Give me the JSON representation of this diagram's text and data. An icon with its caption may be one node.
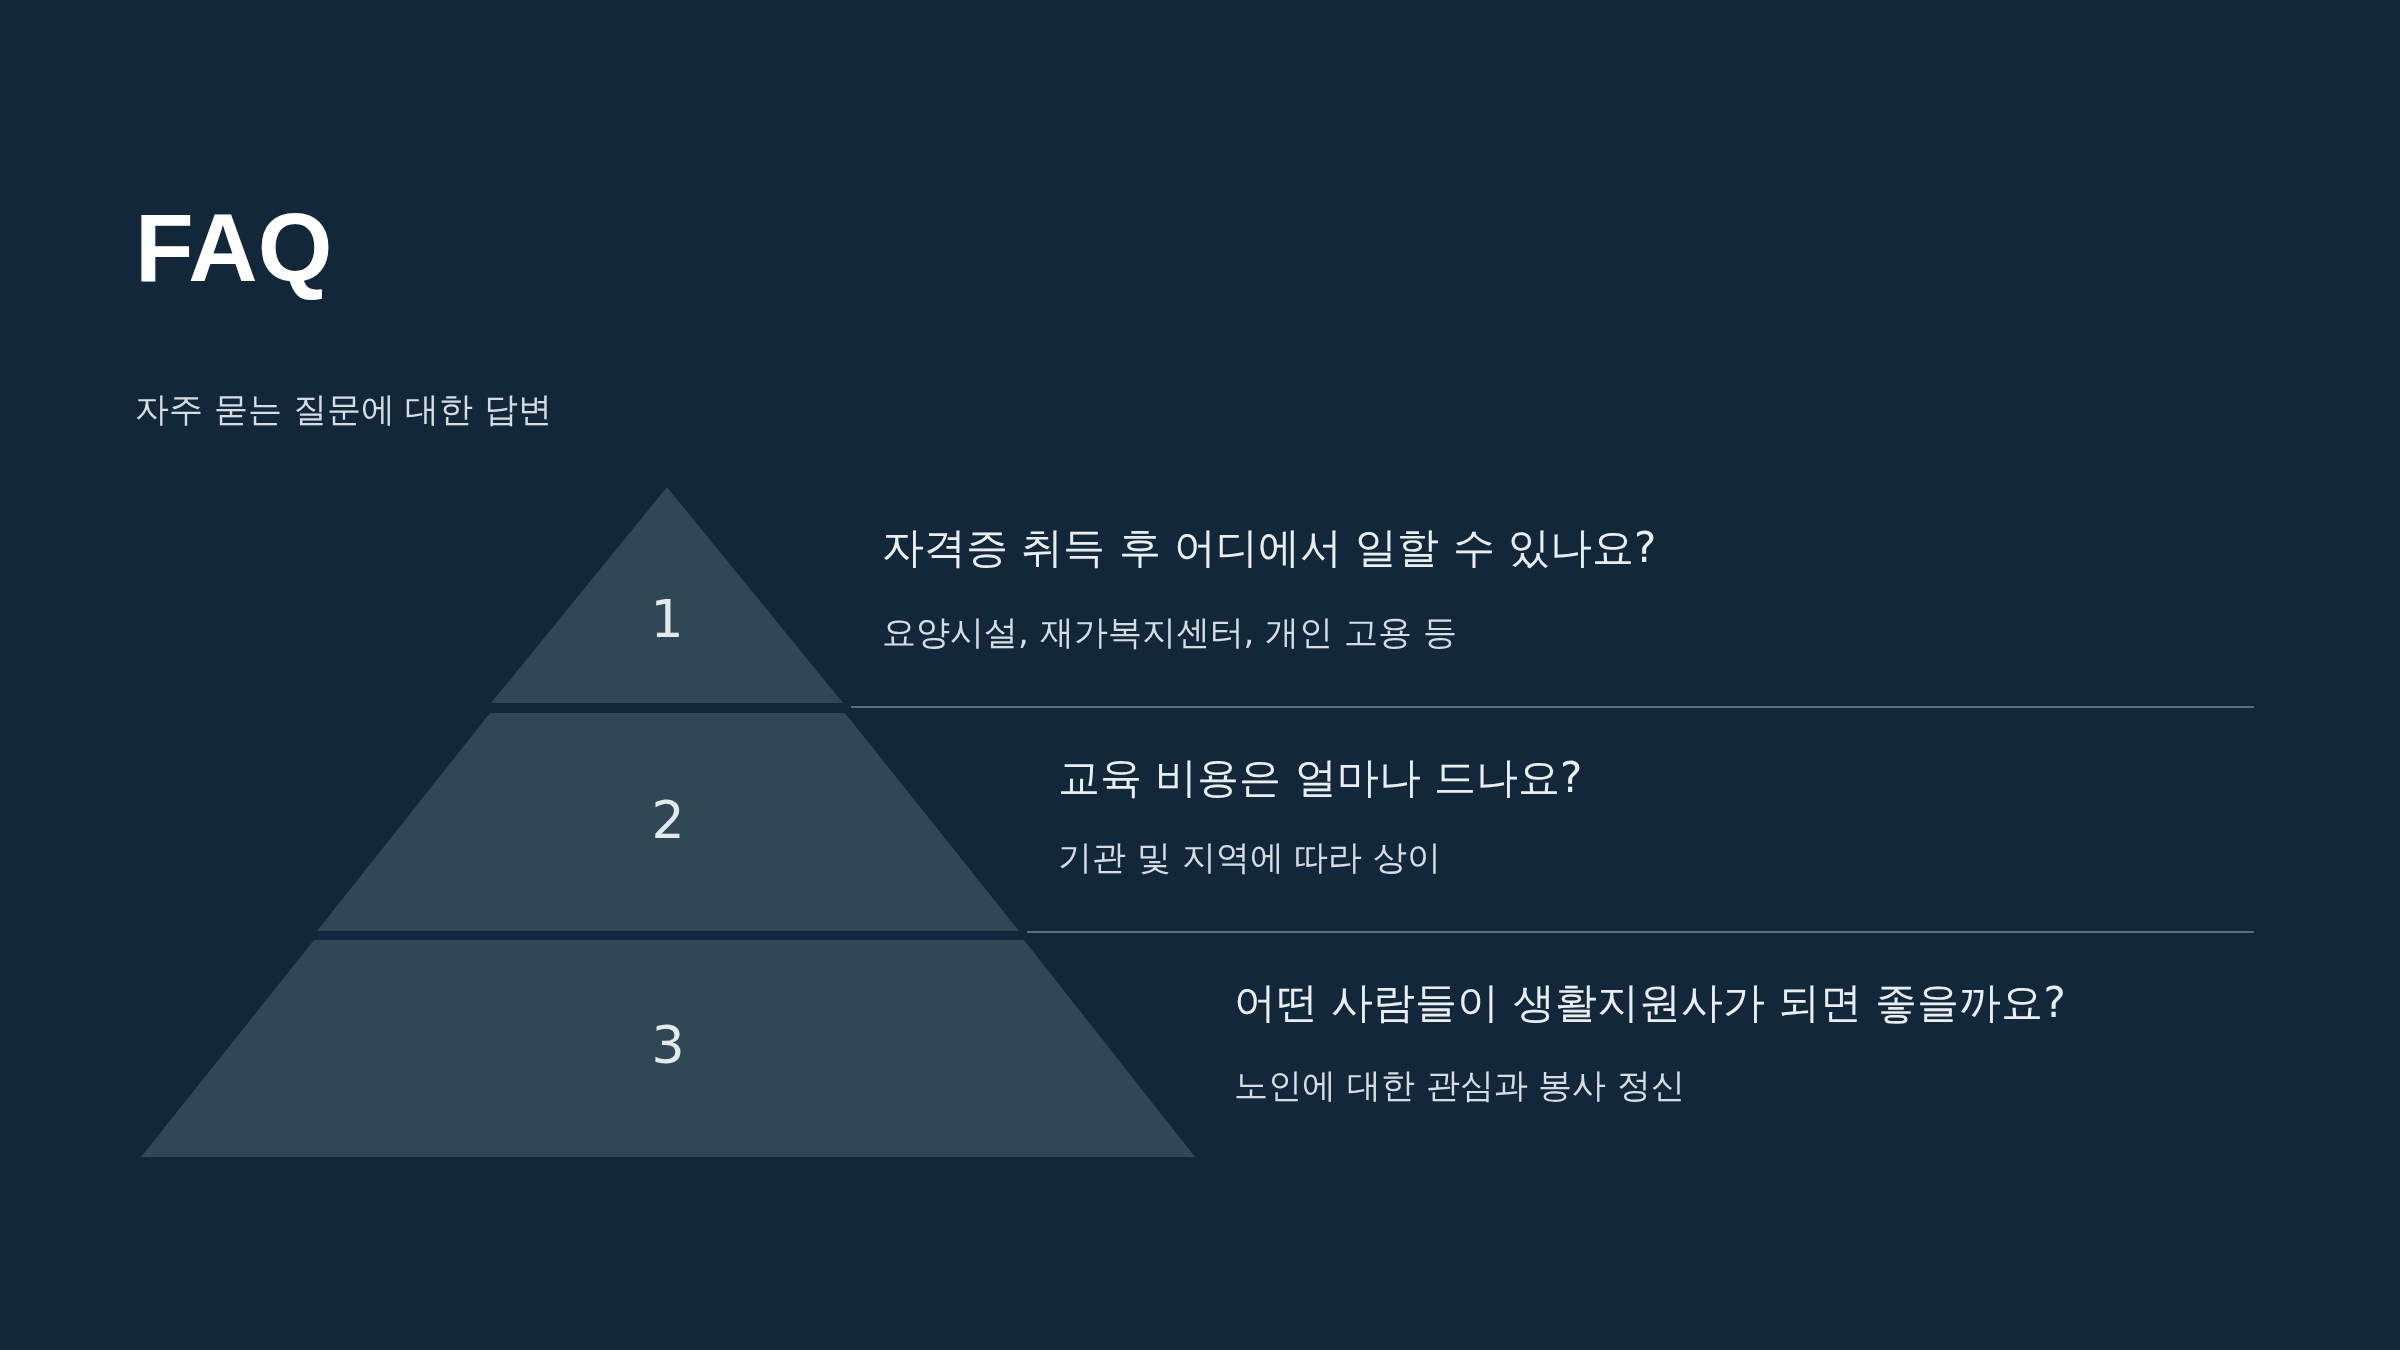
{
  "diagram": {
    "title": "FAQ",
    "nodes": [
      {
        "text": [
          "1"
        ],
        "beside": [
          "자격증 취득 후 어디에서 일할 수 있나요?",
          "요양시설, 재가복지센터, 개인 고용 등"
        ]
      },
      {
        "text": [
          "2"
        ],
        "beside": [
          "교육 비용은 얼마나 드나요?",
          "기관 및 지역에 따라 상이"
        ]
      },
      {
        "text": [
          "3"
        ],
        "beside": [
          "어떤 사람들이 생활지원사가 되면 좋을까요?",
          "노인에 대한 관심과 봉사 정신"
        ]
      }
    ],
    "labels": [
      "자주 묻는 질문에 대한 답변"
    ]
  }
}
